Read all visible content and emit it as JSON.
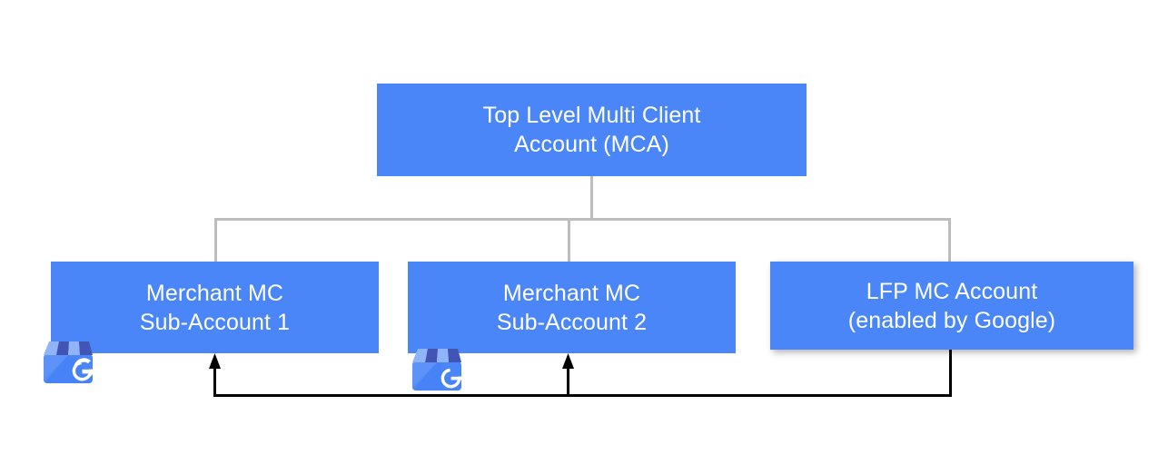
{
  "diagram": {
    "type": "hierarchy-tree",
    "title_text": "",
    "colors": {
      "node_fill": "#4a86f7",
      "node_text": "#ffffff",
      "tree_connector": "#bdbdbd",
      "data_flow_connector": "#000000",
      "background": "#ffffff"
    },
    "nodes": [
      {
        "id": "top-mca",
        "label": "Top Level Multi Client\nAccount (MCA)",
        "line1": "Top Level Multi Client",
        "line2": "Account (MCA)",
        "level": "root"
      },
      {
        "id": "merchant-sub-1",
        "label": "Merchant MC\nSub-Account 1",
        "line1": "Merchant MC",
        "line2": "Sub-Account 1",
        "level": "child",
        "icon": "google-business-profile-storefront-icon"
      },
      {
        "id": "merchant-sub-2",
        "label": "Merchant MC\nSub-Account 2",
        "line1": "Merchant MC",
        "line2": "Sub-Account 2",
        "level": "child",
        "icon": "google-business-profile-storefront-icon"
      },
      {
        "id": "lfp-mc",
        "label": "LFP MC Account\n(enabled by Google)",
        "line1": "LFP MC Account",
        "line2": "(enabled by Google)",
        "level": "child"
      }
    ],
    "edges": [
      {
        "from": "top-mca",
        "to": "merchant-sub-1",
        "style": "tree",
        "arrow": false
      },
      {
        "from": "top-mca",
        "to": "merchant-sub-2",
        "style": "tree",
        "arrow": false
      },
      {
        "from": "top-mca",
        "to": "lfp-mc",
        "style": "tree",
        "arrow": false
      },
      {
        "from": "lfp-mc",
        "to": "merchant-sub-1",
        "style": "data-flow",
        "arrow": true
      },
      {
        "from": "lfp-mc",
        "to": "merchant-sub-2",
        "style": "data-flow",
        "arrow": true
      }
    ]
  }
}
